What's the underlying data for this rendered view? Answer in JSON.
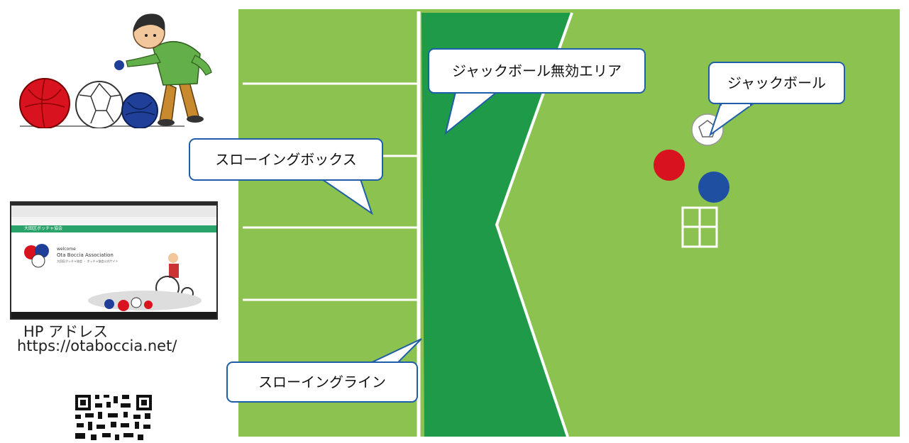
{
  "callouts": {
    "jack_invalid_area": "ジャックボール無効エリア",
    "jack_ball": "ジャックボール",
    "throwing_box": "スローイングボックス",
    "throwing_line": "スローイングライン"
  },
  "homepage": {
    "label": "HP アドレス",
    "url": "https://otaboccia.net/",
    "screenshot_welcome": "welcome",
    "screenshot_org": "Ota Boccia Association",
    "screenshot_sub": "大田区ボッチャ協会 ・ ボッチャ協会公式サイト",
    "screenshot_title": "大田区ボッチャ協会"
  },
  "colors": {
    "court_light": "#8cc24f",
    "court_dark": "#1f9a48",
    "line": "#ffffff",
    "callout_border": "#1f5ea8",
    "red_ball": "#d8121f",
    "blue_ball": "#1f4fa0",
    "white_ball": "#ffffff"
  },
  "icons": {
    "player": "boccia-player-illustration",
    "red_ball": "red-ball-icon",
    "white_ball": "white-ball-icon",
    "blue_ball": "blue-ball-icon",
    "qr": "qr-code-icon",
    "cross": "target-cross-icon"
  }
}
